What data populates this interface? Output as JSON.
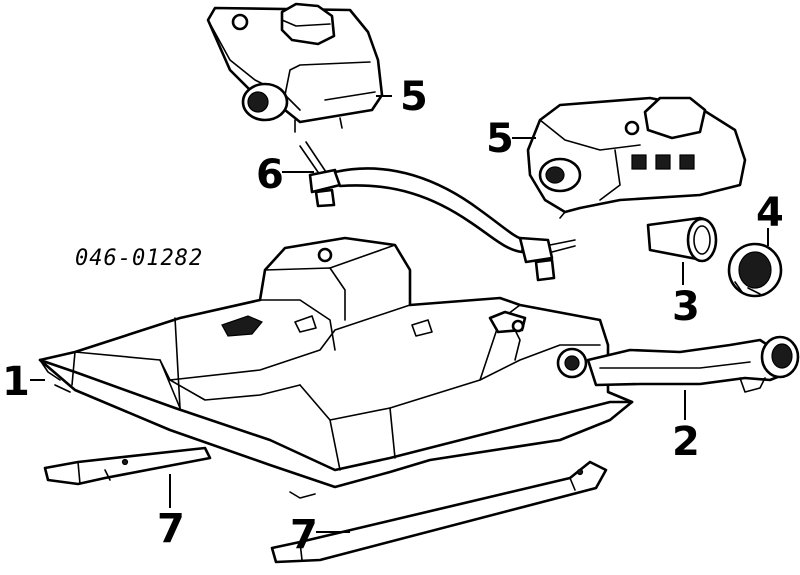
{
  "part_number": "046-01282",
  "callouts": {
    "c1": "1",
    "c2": "2",
    "c3": "3",
    "c4": "4",
    "c5a": "5",
    "c5b": "5",
    "c6": "6",
    "c7a": "7",
    "c7b": "7"
  }
}
